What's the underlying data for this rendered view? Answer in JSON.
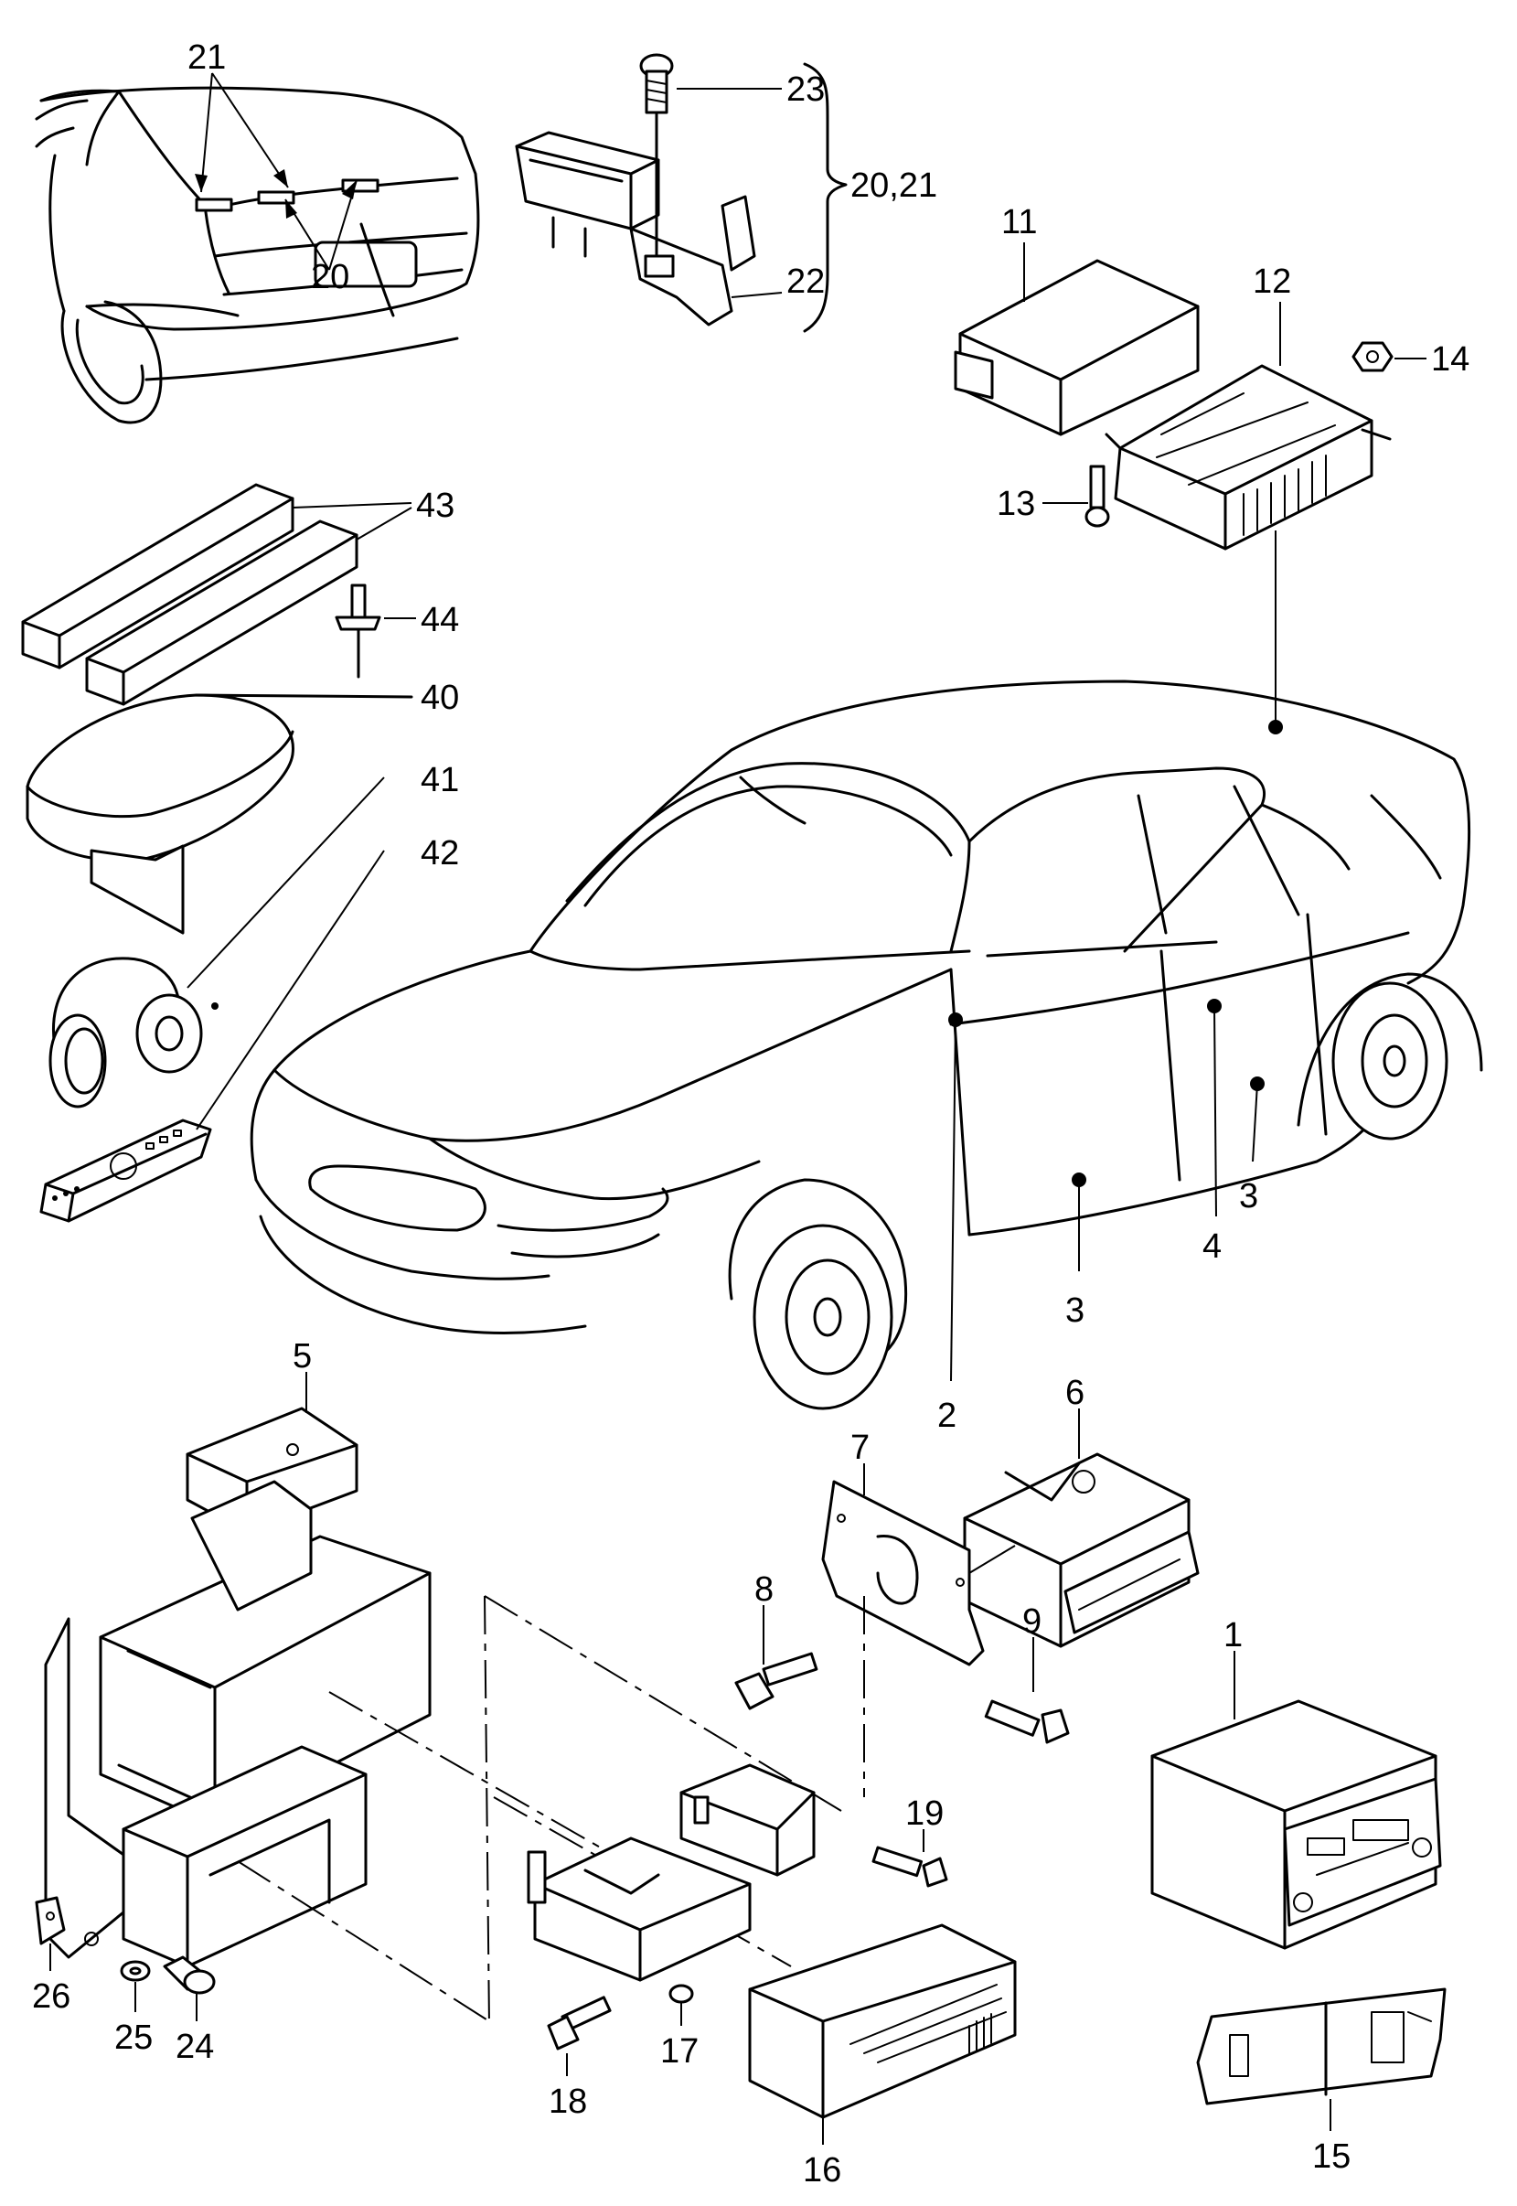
{
  "labels": {
    "l1": "1",
    "l2": "2",
    "l3a": "3",
    "l3b": "3",
    "l4": "4",
    "l5": "5",
    "l6": "6",
    "l7": "7",
    "l8": "8",
    "l9": "9",
    "l11": "11",
    "l12": "12",
    "l13": "13",
    "l14": "14",
    "l15": "15",
    "l16": "16",
    "l17": "17",
    "l18": "18",
    "l19": "19",
    "l20": "20",
    "l20_21": "20,21",
    "l21": "21",
    "l22": "22",
    "l23": "23",
    "l24": "24",
    "l25": "25",
    "l26": "26",
    "l40": "40",
    "l41": "41",
    "l42": "42",
    "l43": "43",
    "l44": "44"
  }
}
